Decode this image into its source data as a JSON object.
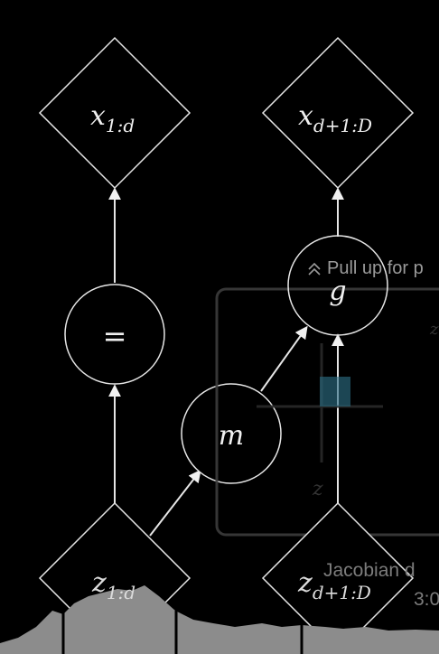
{
  "diagram": {
    "nodes": {
      "x_lower": {
        "base": "x",
        "sub": "1:d"
      },
      "x_upper": {
        "base": "x",
        "sub": "d+1:D"
      },
      "z_lower": {
        "base": "z",
        "sub": "1:d"
      },
      "z_upper": {
        "base": "z",
        "sub": "d+1:D"
      },
      "identity": {
        "label": "="
      },
      "coupling": {
        "label": "g"
      },
      "conditioner": {
        "label": "m"
      }
    }
  },
  "overlay": {
    "pull_hint": "Pull up for p",
    "pull_icon": "double-chevron-up-icon",
    "thumb_axis_label": "z",
    "thumb_corner_label": "z",
    "caption_line1": "Jacobian d",
    "caption_line2": "3:0"
  },
  "colors": {
    "background": "#000000",
    "stroke": "#e6e6e6",
    "overlay_border": "#3c3c3c",
    "overlay_text": "#8a8a8a",
    "thumb_fill": "#2e6f86",
    "terrain": "#8c8c8c"
  }
}
